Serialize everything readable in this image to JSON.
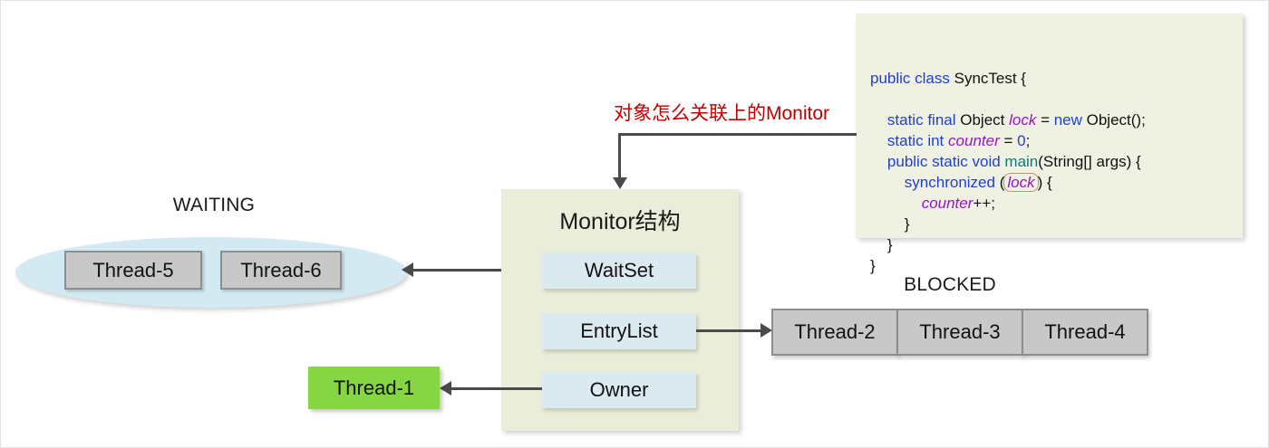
{
  "diagram": {
    "title_red_annotation": "对象怎么关联上的Monitor",
    "waiting": {
      "label": "WAITING",
      "threads": [
        "Thread-5",
        "Thread-6"
      ],
      "ellipse_color": "#d3eaf2"
    },
    "blocked": {
      "label": "BLOCKED",
      "threads": [
        "Thread-2",
        "Thread-3",
        "Thread-4"
      ],
      "box_color": "#c8c8c8"
    },
    "owner_thread": {
      "label": "Thread-1",
      "color": "#86d543"
    },
    "monitor": {
      "title": "Monitor结构",
      "box_color": "#eaedd9",
      "fields": [
        {
          "name": "WaitSet"
        },
        {
          "name": "EntryList"
        },
        {
          "name": "Owner"
        }
      ],
      "field_color": "#dbe9f0"
    },
    "code": {
      "background": "#eff1e2",
      "keyword_color": "#2240cf",
      "variable_color": "#9c13c4",
      "method_color": "#0e7a7a",
      "highlight_border_color": "#d08a6a",
      "lines": [
        {
          "tokens": [
            {
              "t": "public",
              "c": "kw"
            },
            {
              "t": " ",
              "c": ""
            },
            {
              "t": "class",
              "c": "kw"
            },
            {
              "t": " SyncTest {",
              "c": ""
            }
          ]
        },
        {
          "tokens": [
            {
              "t": "",
              "c": ""
            }
          ]
        },
        {
          "tokens": [
            {
              "t": "    ",
              "c": ""
            },
            {
              "t": "static",
              "c": "kw"
            },
            {
              "t": " ",
              "c": ""
            },
            {
              "t": "final",
              "c": "kw"
            },
            {
              "t": " Object ",
              "c": ""
            },
            {
              "t": "lock",
              "c": "var"
            },
            {
              "t": " = ",
              "c": ""
            },
            {
              "t": "new",
              "c": "kw"
            },
            {
              "t": " Object();",
              "c": ""
            }
          ]
        },
        {
          "tokens": [
            {
              "t": "    ",
              "c": ""
            },
            {
              "t": "static",
              "c": "kw"
            },
            {
              "t": " ",
              "c": ""
            },
            {
              "t": "int",
              "c": "kw"
            },
            {
              "t": " ",
              "c": ""
            },
            {
              "t": "counter",
              "c": "var"
            },
            {
              "t": " = ",
              "c": ""
            },
            {
              "t": "0",
              "c": "num"
            },
            {
              "t": ";",
              "c": ""
            }
          ]
        },
        {
          "tokens": [
            {
              "t": "    ",
              "c": ""
            },
            {
              "t": "public",
              "c": "kw"
            },
            {
              "t": " ",
              "c": ""
            },
            {
              "t": "static",
              "c": "kw"
            },
            {
              "t": " ",
              "c": ""
            },
            {
              "t": "void",
              "c": "kw"
            },
            {
              "t": " ",
              "c": ""
            },
            {
              "t": "main",
              "c": "mth"
            },
            {
              "t": "(String[] args) {",
              "c": ""
            }
          ]
        },
        {
          "tokens": [
            {
              "t": "        ",
              "c": ""
            },
            {
              "t": "synchronized",
              "c": "kw"
            },
            {
              "t": " (",
              "c": ""
            },
            {
              "t": "lock",
              "c": "var hl-lock"
            },
            {
              "t": ") {",
              "c": ""
            }
          ]
        },
        {
          "tokens": [
            {
              "t": "            ",
              "c": ""
            },
            {
              "t": "counter",
              "c": "var"
            },
            {
              "t": "++;",
              "c": ""
            }
          ]
        },
        {
          "tokens": [
            {
              "t": "        }",
              "c": ""
            }
          ]
        },
        {
          "tokens": [
            {
              "t": "    }",
              "c": ""
            }
          ]
        },
        {
          "tokens": [
            {
              "t": "}",
              "c": ""
            }
          ]
        }
      ]
    }
  }
}
